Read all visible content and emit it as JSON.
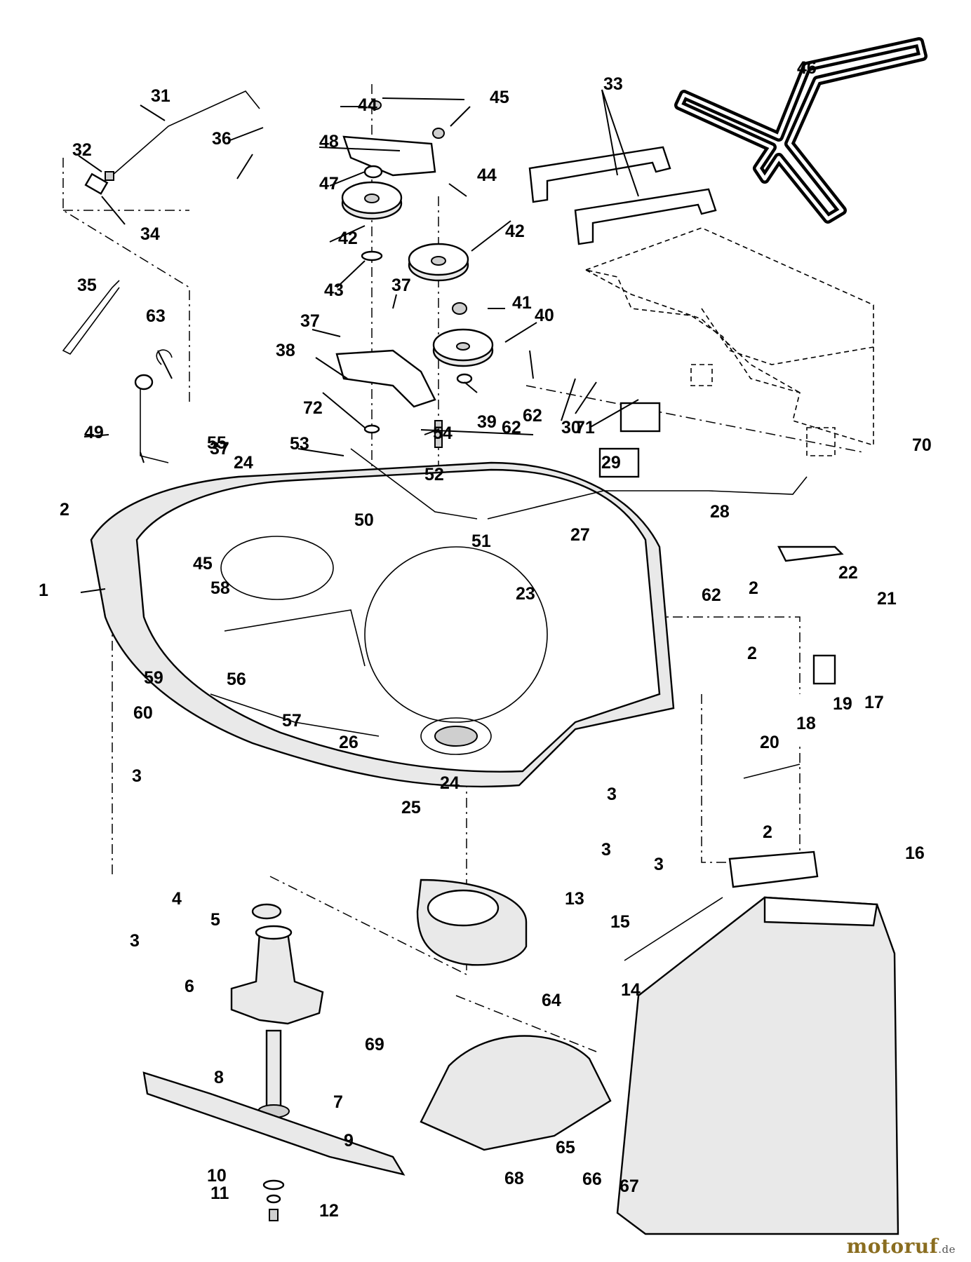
{
  "callouts": [
    "1",
    "2",
    "2",
    "2",
    "2",
    "3",
    "3",
    "3",
    "3",
    "3",
    "4",
    "5",
    "6",
    "7",
    "8",
    "9",
    "10",
    "11",
    "12",
    "13",
    "14",
    "15",
    "16",
    "17",
    "18",
    "19",
    "20",
    "21",
    "22",
    "23",
    "24",
    "24",
    "25",
    "26",
    "27",
    "28",
    "29",
    "30",
    "31",
    "32",
    "33",
    "34",
    "35",
    "36",
    "37",
    "37",
    "37",
    "38",
    "39",
    "40",
    "41",
    "42",
    "42",
    "43",
    "44",
    "44",
    "45",
    "45",
    "46",
    "47",
    "48",
    "49",
    "50",
    "51",
    "52",
    "53",
    "54",
    "55",
    "56",
    "57",
    "58",
    "59",
    "60",
    "62",
    "62",
    "62",
    "63",
    "64",
    "65",
    "66",
    "67",
    "68",
    "69",
    "70",
    "71",
    "72"
  ],
  "watermark": {
    "brand": "motoruf",
    "tld": ".de"
  }
}
